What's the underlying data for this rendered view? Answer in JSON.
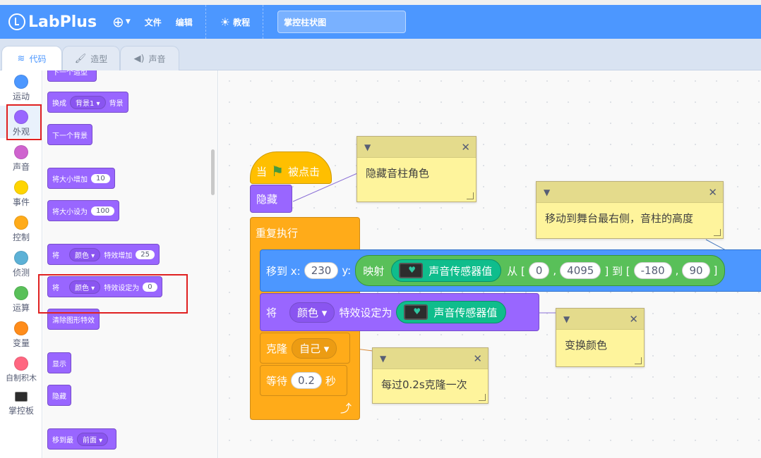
{
  "app": {
    "logo": "LabPlus"
  },
  "menu": {
    "file": "文件",
    "edit": "编辑",
    "tutorial": "教程",
    "project_title": "掌控柱状图"
  },
  "tabs": [
    {
      "label": "代码"
    },
    {
      "label": "造型"
    },
    {
      "label": "声音"
    }
  ],
  "categories": [
    {
      "label": "运动",
      "color": "#4c97ff"
    },
    {
      "label": "外观",
      "color": "#9966ff"
    },
    {
      "label": "声音",
      "color": "#cf63cf"
    },
    {
      "label": "事件",
      "color": "#ffd500"
    },
    {
      "label": "控制",
      "color": "#ffab19"
    },
    {
      "label": "侦测",
      "color": "#5cb1d6"
    },
    {
      "label": "运算",
      "color": "#59c059"
    },
    {
      "label": "变量",
      "color": "#ff8c1a"
    },
    {
      "label": "自制积木",
      "color": "#ff6680"
    },
    {
      "label": "掌控板",
      "color": "#2d2d2d"
    }
  ],
  "palette": {
    "top_partial": "下一个造型",
    "switch_backdrop": {
      "pre": "换成",
      "dd": "背景1",
      "post": "背景"
    },
    "next_backdrop": "下一个背景",
    "change_size": {
      "pre": "将大小增加",
      "val": "10"
    },
    "set_size": {
      "pre": "将大小设为",
      "val": "100"
    },
    "change_effect": {
      "pre": "将",
      "dd": "颜色",
      "mid": "特效增加",
      "val": "25"
    },
    "set_effect": {
      "pre": "将",
      "dd": "颜色",
      "mid": "特效设定为",
      "val": "0"
    },
    "clear_effects": "清除图形特效",
    "show": "显示",
    "hide": "隐藏",
    "go_to": {
      "pre": "移到最",
      "dd": "前面"
    }
  },
  "script": {
    "hat": {
      "pre": "当",
      "post": "被点击"
    },
    "hide": "隐藏",
    "forever": "重复执行",
    "goto": {
      "pre": "移到 x:",
      "x": "230",
      "y_label": "y:",
      "map": "映射",
      "sensor": "声音传感器值",
      "from": "从 [",
      "from_a": "0",
      "comma1": ",",
      "from_b": "4095",
      "to": "] 到 [",
      "to_a": "-180",
      "comma2": ",",
      "to_b": "90",
      "close": "]"
    },
    "set_effect": {
      "pre": "将",
      "dd": "颜色",
      "mid": "特效设定为",
      "sensor": "声音传感器值"
    },
    "clone": {
      "pre": "克隆",
      "dd": "自己"
    },
    "wait": {
      "pre": "等待",
      "val": "0.2",
      "post": "秒"
    }
  },
  "notes": [
    {
      "text": "隐藏音柱角色"
    },
    {
      "text": "移动到舞台最右侧，音柱的高度"
    },
    {
      "text": "变换颜色"
    },
    {
      "text": "每过0.2s克隆一次"
    }
  ]
}
